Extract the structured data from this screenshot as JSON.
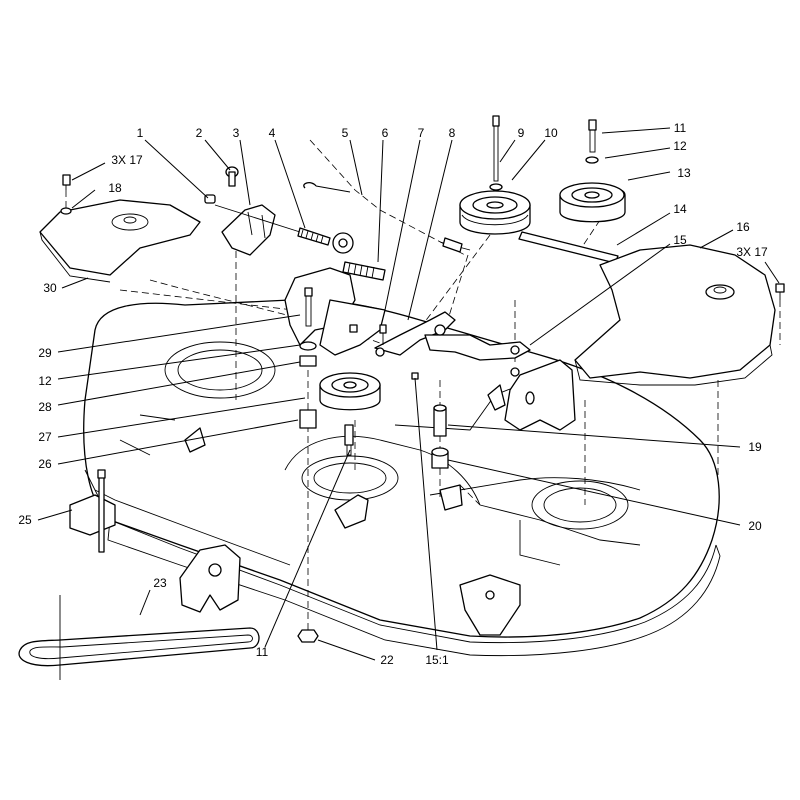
{
  "callouts": [
    {
      "id": "1",
      "text": "1"
    },
    {
      "id": "2",
      "text": "2"
    },
    {
      "id": "3",
      "text": "3"
    },
    {
      "id": "4",
      "text": "4"
    },
    {
      "id": "5",
      "text": "5"
    },
    {
      "id": "6",
      "text": "6"
    },
    {
      "id": "7",
      "text": "7"
    },
    {
      "id": "8",
      "text": "8"
    },
    {
      "id": "9",
      "text": "9"
    },
    {
      "id": "10",
      "text": "10"
    },
    {
      "id": "11a",
      "text": "11"
    },
    {
      "id": "12a",
      "text": "12"
    },
    {
      "id": "13",
      "text": "13"
    },
    {
      "id": "14",
      "text": "14"
    },
    {
      "id": "15",
      "text": "15"
    },
    {
      "id": "16",
      "text": "16"
    },
    {
      "id": "17a",
      "text": "3X 17"
    },
    {
      "id": "17b",
      "text": "3X 17"
    },
    {
      "id": "18",
      "text": "18"
    },
    {
      "id": "30",
      "text": "30"
    },
    {
      "id": "29",
      "text": "29"
    },
    {
      "id": "12b",
      "text": "12"
    },
    {
      "id": "28",
      "text": "28"
    },
    {
      "id": "27",
      "text": "27"
    },
    {
      "id": "26",
      "text": "26"
    },
    {
      "id": "19",
      "text": "19"
    },
    {
      "id": "20",
      "text": "20"
    },
    {
      "id": "25",
      "text": "25"
    },
    {
      "id": "23",
      "text": "23"
    },
    {
      "id": "11b",
      "text": "11"
    },
    {
      "id": "22",
      "text": "22"
    },
    {
      "id": "15_1",
      "text": "15:1"
    }
  ]
}
